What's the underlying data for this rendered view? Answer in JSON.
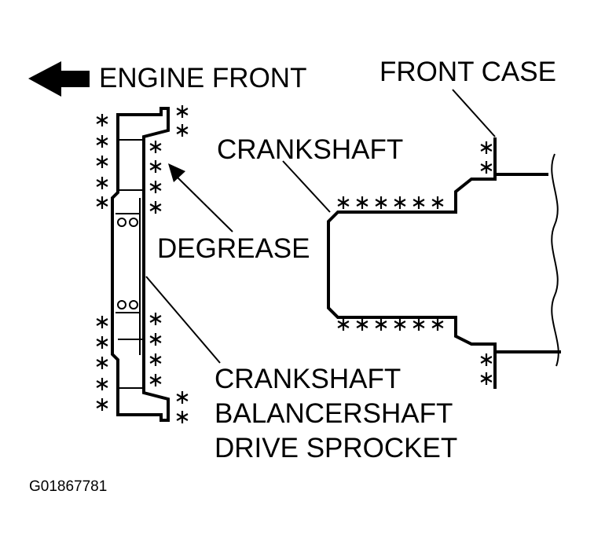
{
  "labels": {
    "engine_front": "ENGINE FRONT",
    "front_case": "FRONT CASE",
    "crankshaft": "CRANKSHAFT",
    "degrease": "DEGREASE",
    "sprocket_line1": "CRANKSHAFT",
    "sprocket_line2": "BALANCERSHAFT",
    "sprocket_line3": "DRIVE SPROCKET",
    "figure_id": "G01867781"
  },
  "colors": {
    "ink": "#000000",
    "background": "#ffffff"
  },
  "icons": {
    "direction_arrow": "arrow-left-icon",
    "degrease_marker": "asterisk-icon"
  }
}
